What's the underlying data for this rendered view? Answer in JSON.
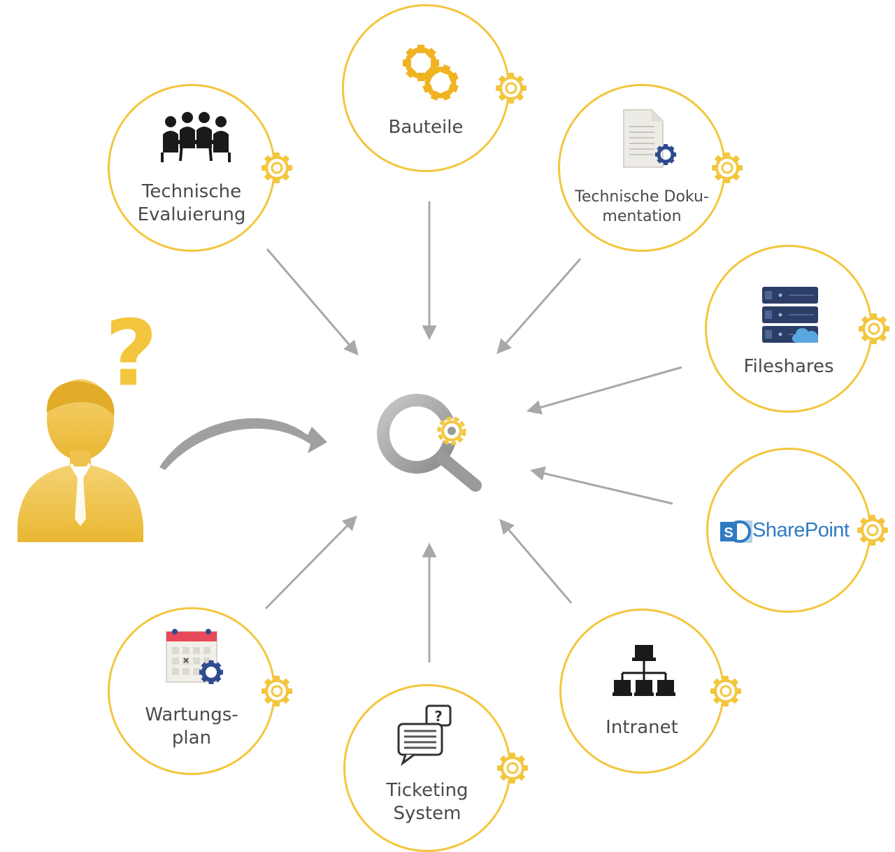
{
  "colors": {
    "accent": "#f3c63d",
    "arrow": "#a8a8a8",
    "text": "#4a4a4a",
    "sharepoint": "#2f7bc1"
  },
  "center": {
    "icon": "magnifier-gear-icon"
  },
  "user": {
    "icon": "questioning-person-icon",
    "question_mark": "?"
  },
  "sources": [
    {
      "id": "bauteile",
      "label": "Bauteile",
      "icon": "gears-icon"
    },
    {
      "id": "technische-dokumentation",
      "label": "Technische Doku-\nmentation",
      "icon": "document-gear-icon"
    },
    {
      "id": "fileshares",
      "label": "Fileshares",
      "icon": "server-cloud-icon"
    },
    {
      "id": "sharepoint",
      "label": "SharePoint",
      "icon": "sharepoint-logo-icon"
    },
    {
      "id": "intranet",
      "label": "Intranet",
      "icon": "network-icon"
    },
    {
      "id": "ticketing-system",
      "label": "Ticketing\nSystem",
      "icon": "chat-ticket-icon"
    },
    {
      "id": "wartungsplan",
      "label": "Wartungs-\nplan",
      "icon": "calendar-gear-icon"
    },
    {
      "id": "technische-evaluierung",
      "label": "Technische\nEvaluierung",
      "icon": "meeting-people-icon"
    }
  ]
}
